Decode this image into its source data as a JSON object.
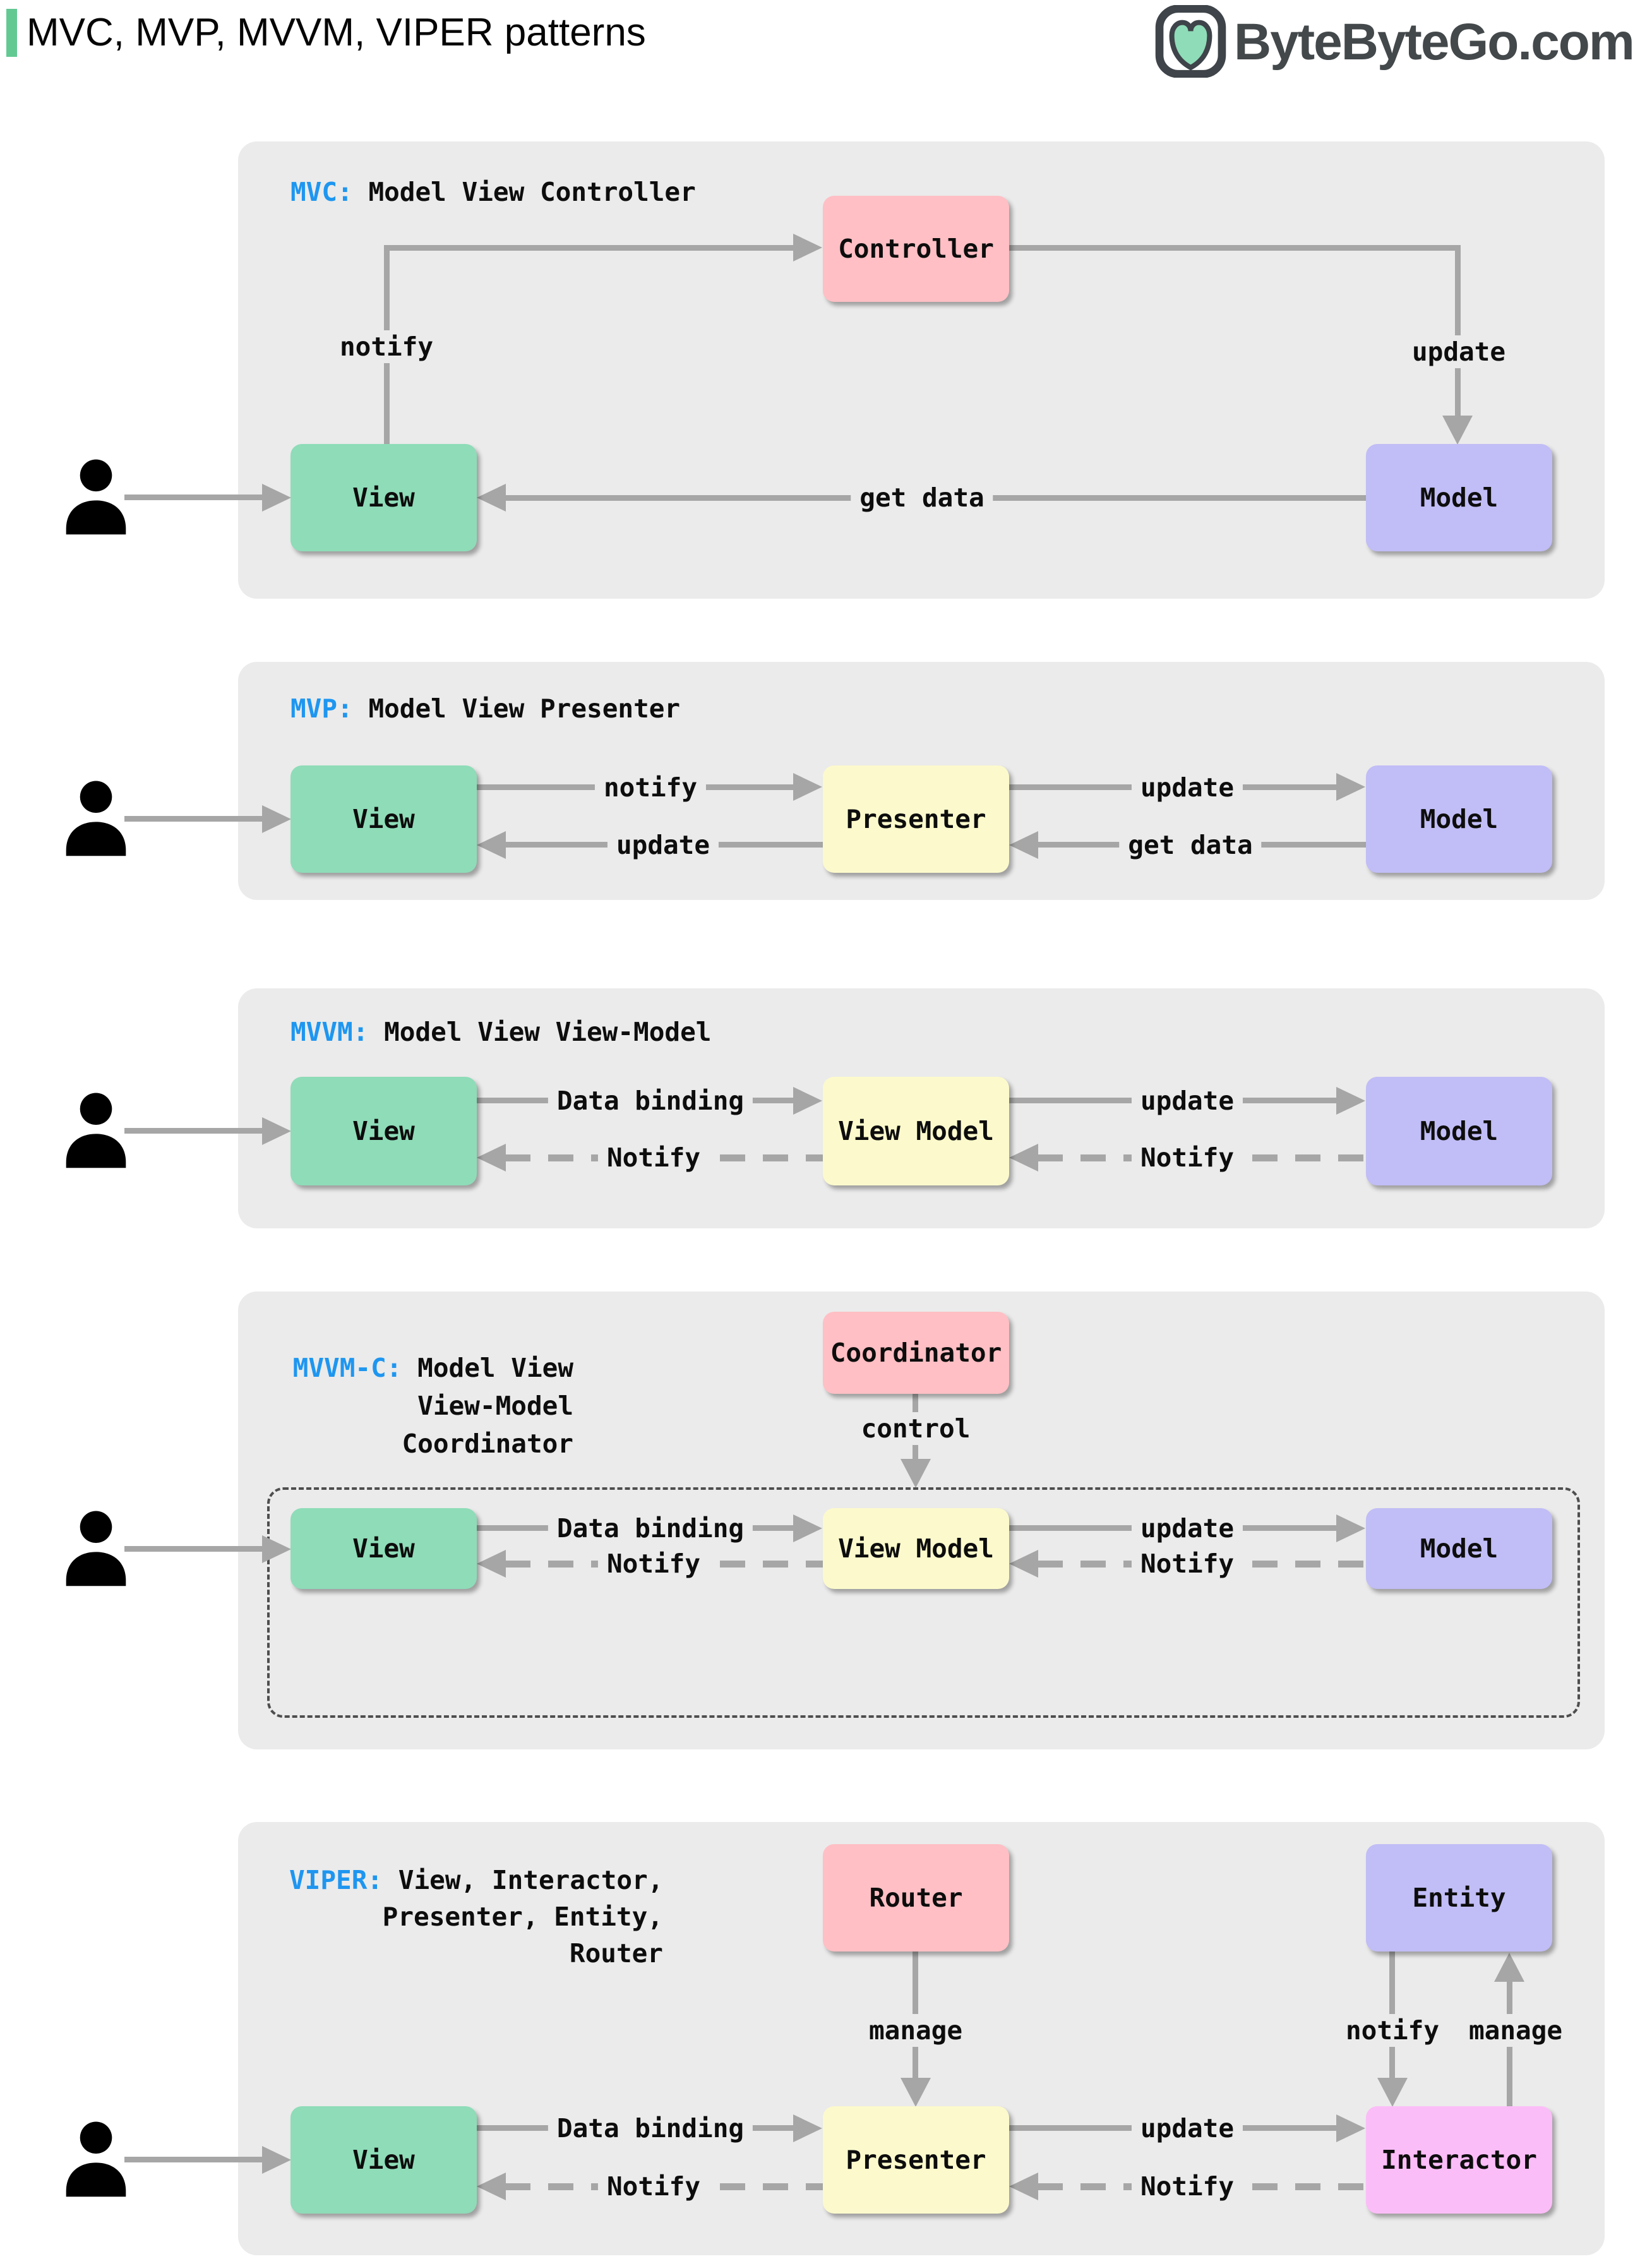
{
  "page": {
    "title": "MVC, MVP, MVVM, VIPER patterns",
    "brand": "ByteByteGo.com"
  },
  "colors": {
    "panel_bg": "#ebebeb",
    "view_green": "#8edcb8",
    "controller_pink": "#ffbfc4",
    "model_purple": "#c1bdf6",
    "presenter_yellow": "#fcfacc",
    "interactor_magenta": "#fbbdf8",
    "arrow_gray": "#a6a6a6",
    "tag_blue": "#1e96f0",
    "accent_green": "#62c993"
  },
  "panels": [
    {
      "tag": "MVC:",
      "title": "Model View Controller",
      "boxes": {
        "controller": "Controller",
        "view": "View",
        "model": "Model"
      },
      "labels": {
        "notify": "notify",
        "update": "update",
        "get_data": "get data"
      }
    },
    {
      "tag": "MVP:",
      "title": "Model View Presenter",
      "boxes": {
        "view": "View",
        "presenter": "Presenter",
        "model": "Model"
      },
      "labels": {
        "notify": "notify",
        "update_right": "update",
        "update_left": "update",
        "get_data": "get data"
      }
    },
    {
      "tag": "MVVM:",
      "title": "Model View View-Model",
      "boxes": {
        "view": "View",
        "viewmodel": "View Model",
        "model": "Model"
      },
      "labels": {
        "data_binding": "Data binding",
        "update": "update",
        "notify_left": "Notify",
        "notify_right": "Notify"
      }
    },
    {
      "tag": "MVVM-C:",
      "title_lines": [
        "Model View",
        "View-Model",
        "Coordinator"
      ],
      "boxes": {
        "coordinator": "Coordinator",
        "view": "View",
        "viewmodel": "View Model",
        "model": "Model"
      },
      "labels": {
        "control": "control",
        "data_binding": "Data binding",
        "update": "update",
        "notify_left": "Notify",
        "notify_right": "Notify"
      }
    },
    {
      "tag": "VIPER:",
      "title_lines": [
        "View, Interactor,",
        "Presenter, Entity,",
        "Router"
      ],
      "boxes": {
        "router": "Router",
        "entity": "Entity",
        "view": "View",
        "presenter": "Presenter",
        "interactor": "Interactor"
      },
      "labels": {
        "manage_router": "manage",
        "notify_entity": "notify",
        "manage_entity": "manage",
        "data_binding": "Data binding",
        "update": "update",
        "notify_left": "Notify",
        "notify_mid": "Notify"
      }
    }
  ]
}
